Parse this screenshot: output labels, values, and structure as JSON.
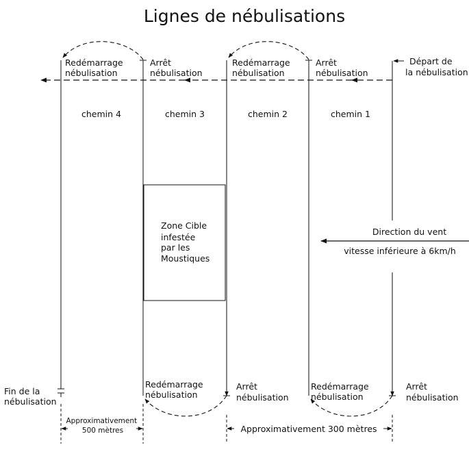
{
  "title": "Lignes de nébulisations",
  "paths": [
    "chemin 4",
    "chemin 3",
    "chemin 2",
    "chemin 1"
  ],
  "top_labels": {
    "redemarrage_left": [
      "Redémarrage",
      "nébulisation"
    ],
    "arret_left": [
      "Arrêt",
      "nébulisation"
    ],
    "redemarrage_mid": [
      "Redémarrage",
      "nébulisation"
    ],
    "arret_mid": [
      "Arrêt",
      "nébulisation"
    ],
    "depart": [
      "Départ de",
      "la nébulisation"
    ]
  },
  "target_zone": [
    "Zone Cible",
    "infestée",
    "par les",
    "Moustiques"
  ],
  "wind": {
    "direction": "Direction du vent",
    "speed": "vitesse inférieure à 6km/h"
  },
  "bottom_labels": {
    "fin": [
      "Fin de la",
      "nébulisation"
    ],
    "redemarrage_left": [
      "Redémarrage",
      "nébulisation"
    ],
    "arret_mid": [
      "Arrêt",
      "nébulisation"
    ],
    "redemarrage_right": [
      "Redémarrage",
      "nébulisation"
    ],
    "arret_right": [
      "Arrêt",
      "nébulisation"
    ]
  },
  "distances": {
    "left": [
      "Approximativement",
      "500 mètres"
    ],
    "right": "Approximativement 300 mètres"
  },
  "colors": {
    "ink": "#111111",
    "background": "#ffffff"
  }
}
